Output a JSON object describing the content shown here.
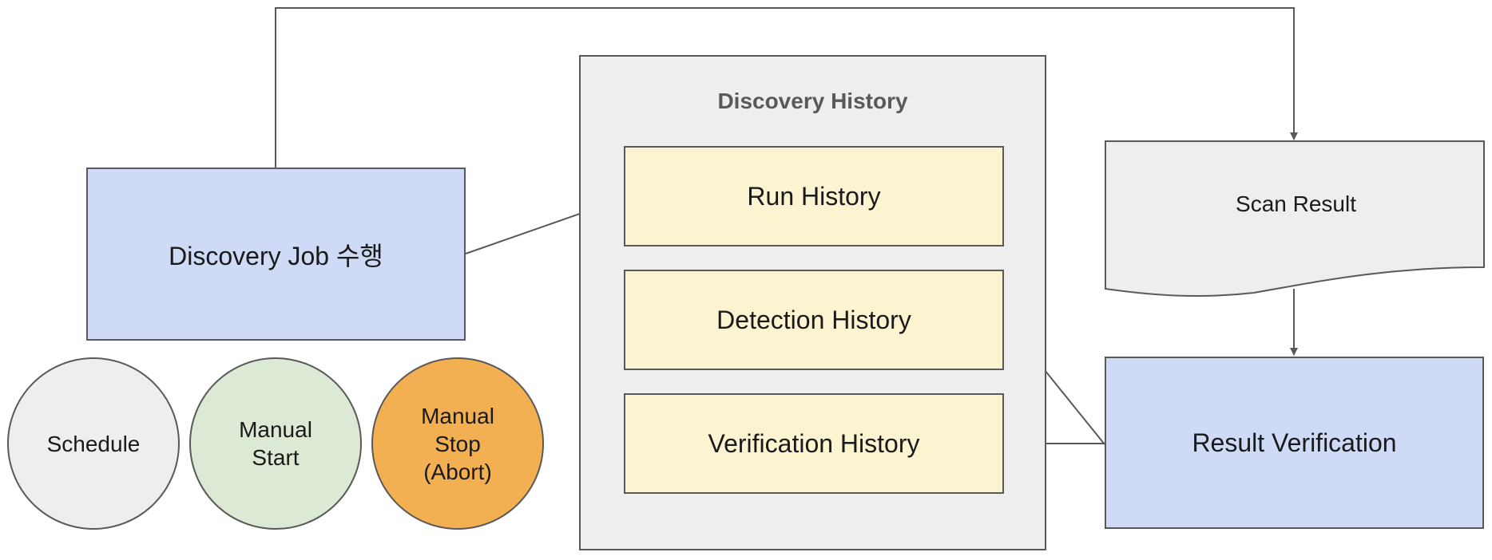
{
  "job": {
    "label": "Discovery Job 수행",
    "color": "#cfdaf6"
  },
  "triggers": [
    {
      "label": "Schedule",
      "color": "#eeeeee"
    },
    {
      "label": "Manual\nStart",
      "color": "#dce9d5"
    },
    {
      "label": "Manual\nStop\n(Abort)",
      "color": "#f2b052"
    }
  ],
  "history": {
    "title": "Discovery History",
    "items": [
      {
        "label": "Run History"
      },
      {
        "label": "Detection History"
      },
      {
        "label": "Verification History"
      }
    ]
  },
  "scan_result": {
    "label": "Scan Result"
  },
  "verification": {
    "label": "Result Verification",
    "color": "#cfdaf6"
  },
  "colors": {
    "line": "#595959",
    "history_item": "#fcf3d1",
    "container": "#eeeeee"
  }
}
